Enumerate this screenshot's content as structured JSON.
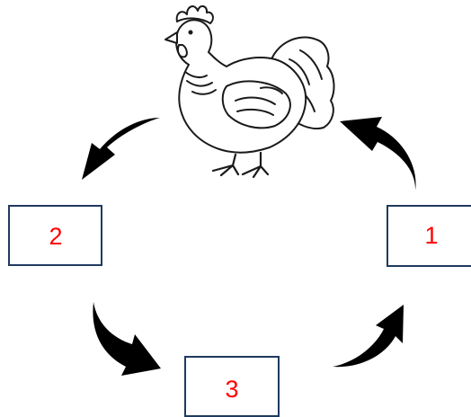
{
  "diagram": {
    "illustration": "chicken",
    "boxes": [
      {
        "label": "1"
      },
      {
        "label": "2"
      },
      {
        "label": "3"
      }
    ],
    "arrow_direction": "counter-clockwise",
    "colors": {
      "box_border": "#1f3a5f",
      "box_label": "#ff0000",
      "arrow": "#000000",
      "outline": "#1a1a1a"
    }
  }
}
